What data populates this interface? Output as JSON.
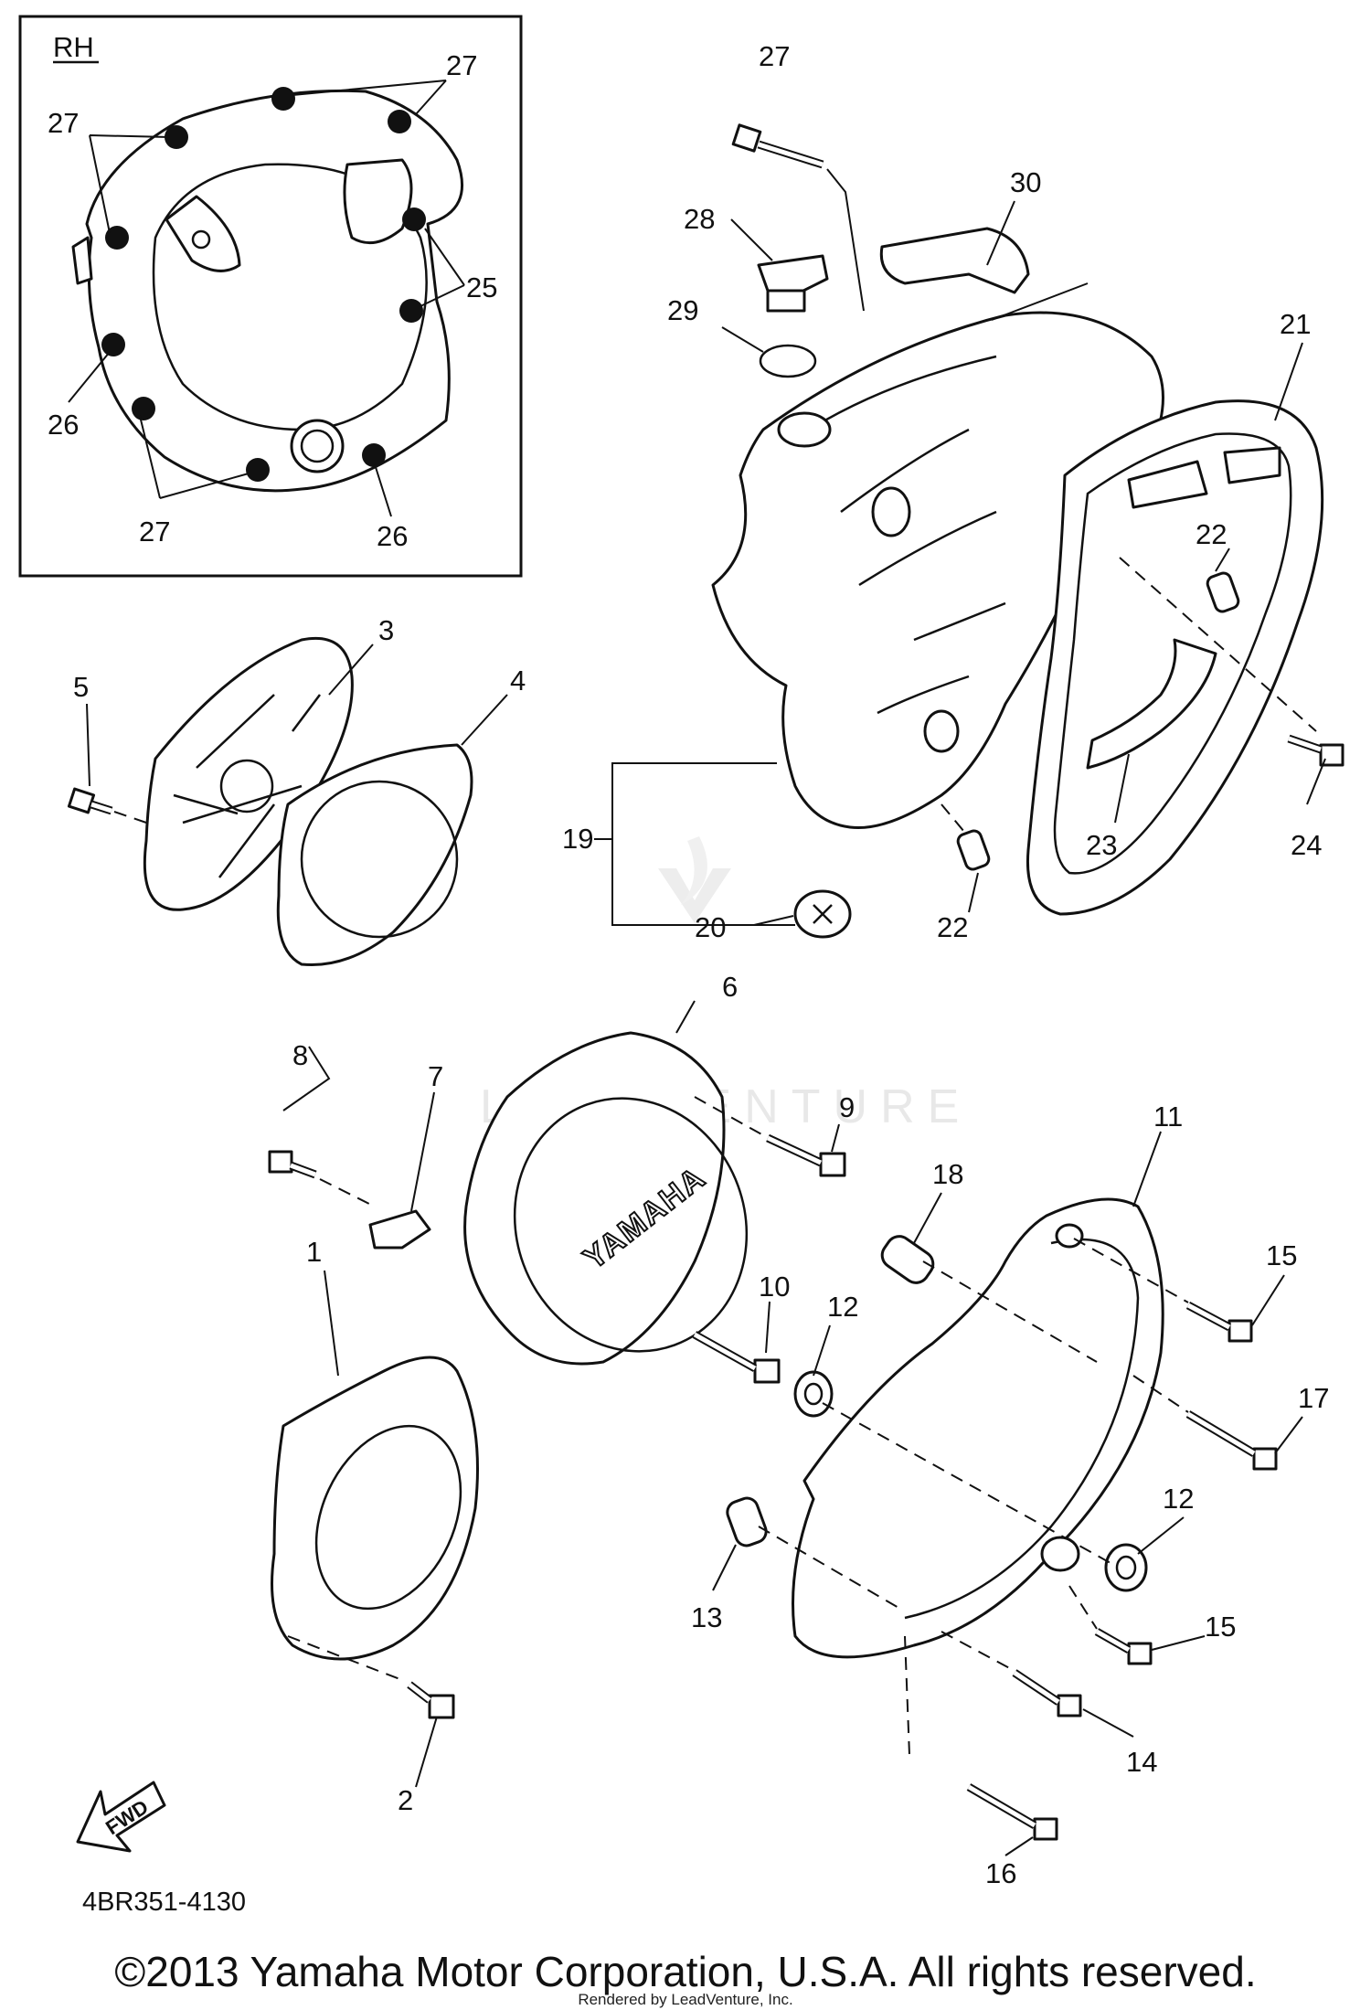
{
  "inset": {
    "label": "RH",
    "callouts": [
      "27",
      "27",
      "27",
      "25",
      "26",
      "26"
    ]
  },
  "callouts": [
    "1",
    "2",
    "3",
    "4",
    "5",
    "6",
    "7",
    "8",
    "9",
    "10",
    "11",
    "12",
    "12",
    "13",
    "14",
    "15",
    "15",
    "16",
    "17",
    "18",
    "19",
    "20",
    "21",
    "22",
    "22",
    "23",
    "24",
    "27",
    "28",
    "29",
    "30"
  ],
  "logo_text": "YAMAHA",
  "fwd_text": "FWD",
  "watermark": "LEADVENTURE",
  "diagram_code": "4BR351-4130",
  "copyright": "©2013 Yamaha Motor Corporation, U.S.A. All rights reserved.",
  "rendered_by": "Rendered by LeadVenture, Inc."
}
